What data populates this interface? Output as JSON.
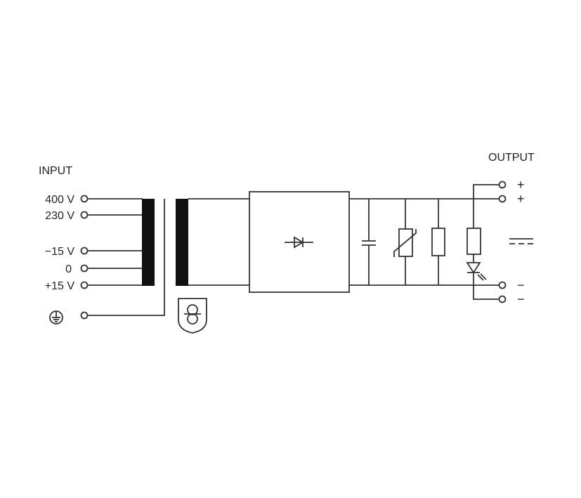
{
  "input": {
    "title": "INPUT",
    "terminals": [
      "400 V",
      "230 V",
      "−15 V",
      "0",
      "+15 V"
    ],
    "ground_icon": "protective-earth-icon"
  },
  "output": {
    "title": "OUTPUT",
    "terminals": [
      "+",
      "+",
      "−",
      "−"
    ],
    "dc_icon": "direct-current-icon"
  },
  "components": [
    "transformer",
    "shield",
    "safety-isolating-transformer-icon",
    "rectifier",
    "capacitor",
    "varistor",
    "resistor",
    "resistor",
    "led"
  ]
}
